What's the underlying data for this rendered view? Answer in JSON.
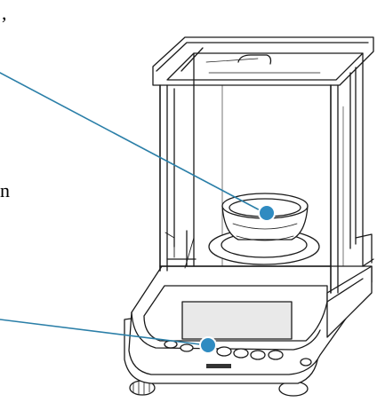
{
  "clipped_text": {
    "comma": ",",
    "n": "n"
  },
  "colors": {
    "leader_line": "#2b7fa8",
    "leader_dot": "#2f8bc1",
    "outline": "#1a1a1a",
    "display": "#e9e9e9"
  },
  "icons": [
    "weighing-pan-marker",
    "control-panel-marker"
  ]
}
